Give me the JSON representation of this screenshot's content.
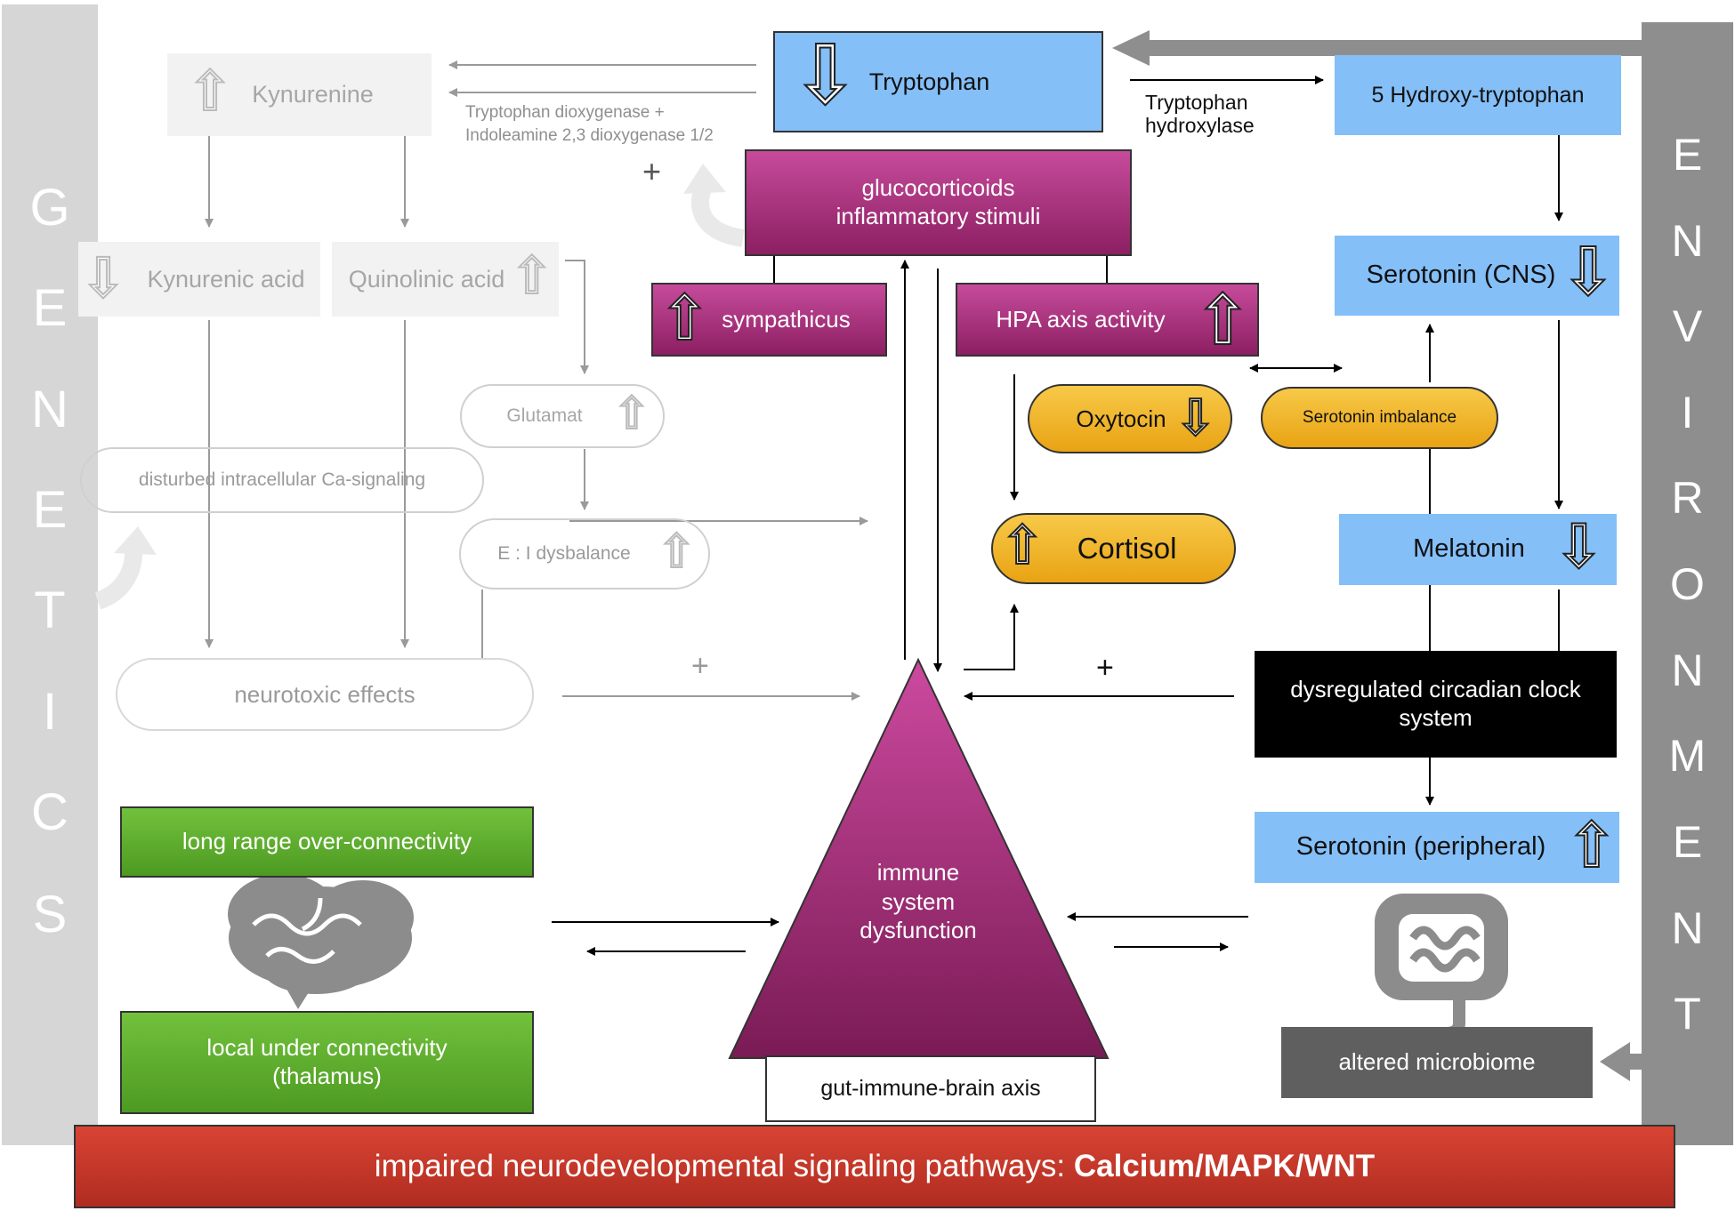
{
  "side_bars": {
    "genetics_letters": [
      "G",
      "E",
      "N",
      "E",
      "T",
      "I",
      "C",
      "S"
    ],
    "environment_letters": [
      "E",
      "N",
      "V",
      "I",
      "R",
      "O",
      "N",
      "M",
      "E",
      "N",
      "T"
    ]
  },
  "nodes": {
    "kynurenine": "Kynurenine",
    "tryptophan": "Tryptophan",
    "hydroxytryptophan": "5 Hydroxy-tryptophan",
    "tdo_ido_line1": "Tryptophan dioxygenase +",
    "tdo_ido_line2": "Indoleamine 2,3 dioxygenase 1/2",
    "tph_line1": "Tryptophan",
    "tph_line2": "hydroxylase",
    "glucocorticoids_line1": "glucocorticoids",
    "glucocorticoids_line2": "inflammatory stimuli",
    "kynurenic_acid": "Kynurenic acid",
    "quinolinic_acid": "Quinolinic acid",
    "sympathicus": "sympathicus",
    "hpa_axis": "HPA axis activity",
    "serotonin_cns": "Serotonin (CNS)",
    "glutamat": "Glutamat",
    "oxytocin": "Oxytocin",
    "serotonin_imbalance": "Serotonin imbalance",
    "ca_signaling": "disturbed intracellular Ca-signaling",
    "ei_dysbalance": "E : I dysbalance",
    "cortisol": "Cortisol",
    "melatonin": "Melatonin",
    "neurotoxic": "neurotoxic effects",
    "circadian_line1": "dysregulated circadian clock",
    "circadian_line2": "system",
    "long_range": "long range over-connectivity",
    "local_under_line1": "local under connectivity",
    "local_under_line2": "(thalamus)",
    "immune_line1": "immune",
    "immune_line2": "system",
    "immune_line3": "dysfunction",
    "serotonin_peripheral": "Serotonin (peripheral)",
    "gut_axis": "gut-immune-brain axis",
    "microbiome": "altered microbiome",
    "plus_symbol": "+"
  },
  "footer": {
    "text": "impaired neurodevelopmental signaling pathways: ",
    "bold": "Calcium/MAPK/WNT"
  },
  "colors": {
    "blue": "#84bff8",
    "magenta": "#a02d78",
    "orange": "#f3b323",
    "green": "#5db22f",
    "red": "#c5392b",
    "gray_bar": "#d6d6d6",
    "dark_gray_bar": "#8e8e8e"
  },
  "icons": [
    "up-arrow-icon",
    "down-arrow-icon",
    "brain-icon",
    "intestine-icon",
    "curved-arrow-icon"
  ]
}
